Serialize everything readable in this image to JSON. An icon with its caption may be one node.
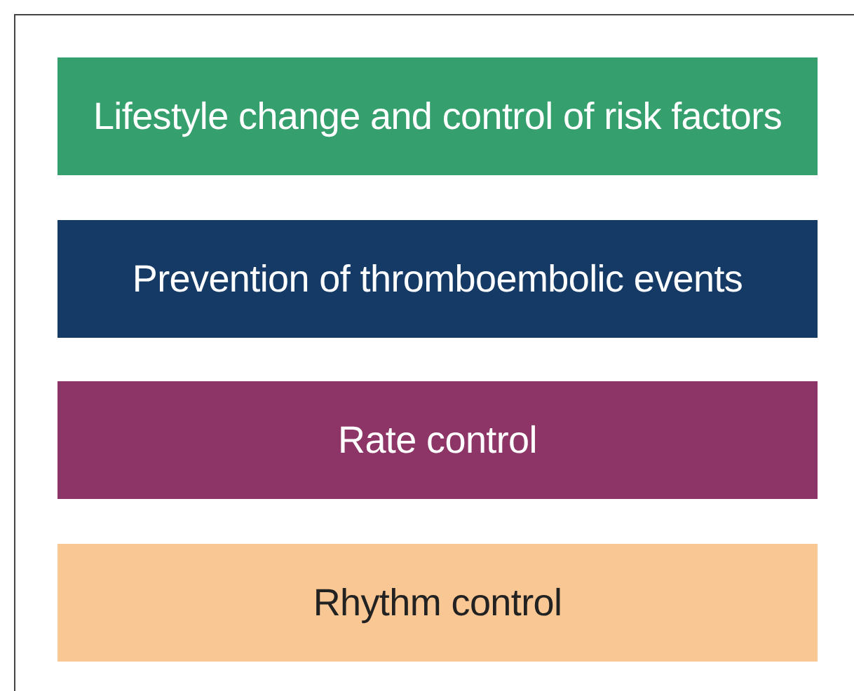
{
  "diagram": {
    "nodes": [
      {
        "text": [
          "Lifestyle change and control of risk factors"
        ]
      },
      {
        "text": [
          "Prevention of thromboembolic events"
        ]
      },
      {
        "text": [
          "Rate control"
        ]
      },
      {
        "text": [
          "Rhythm control"
        ]
      }
    ]
  }
}
